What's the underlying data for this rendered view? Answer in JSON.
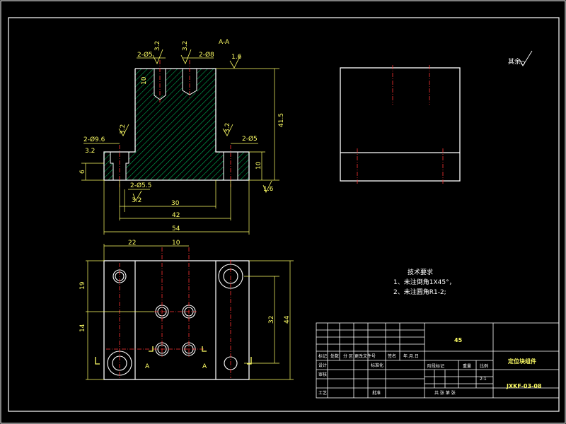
{
  "colors": {
    "background": "#000000",
    "outline": "#ffffff",
    "dimension": "#ffff66",
    "center": "#ff3333",
    "hatch": "#00cc66"
  },
  "front_view": {
    "dims": {
      "d_2_5": "2-Ø5",
      "d_2_8": "2-Ø8",
      "d_2_9_6": "2-Ø9.6",
      "d_2_5_5": "2-Ø5.5",
      "d_2_5_right": "2-Ø5",
      "h41": "41.5",
      "h10": "10",
      "h6": "6",
      "h10b": "10",
      "w30": "30",
      "w42": "42",
      "w54": "54",
      "r16_a": "1.6",
      "r16_b": "1.6",
      "r32_a": "3.2",
      "r32_b": "3.2",
      "r32_c": "3.2",
      "r32_d": "3.2",
      "r32_e": "3.2",
      "r32_f": "3.2",
      "mark_a": "A-A"
    }
  },
  "top_view": {
    "dims": {
      "w22": "22",
      "w10": "10",
      "h19": "19",
      "h14": "14",
      "h32": "32",
      "h44": "44"
    },
    "markers": {
      "a1": "A",
      "a2": "A"
    }
  },
  "roughness_note": "其余",
  "tech_requirements": {
    "title": "技术要求",
    "items": [
      "1、未注倒角1X45°，",
      "2、未注圆角R1-2;"
    ]
  },
  "title_block": {
    "material": "45",
    "part_name": "定位块组件",
    "drawing_no": "JXKF-03-08",
    "labels": {
      "mark": "标记",
      "count": "处数",
      "zone": "分 区",
      "change_no": "更改文件号",
      "sign": "签名",
      "date": "年.月.日",
      "design": "设计",
      "standardize": "标准化",
      "stage_mark": "阶段标记",
      "weight": "重量",
      "scale": "比例",
      "review": "审核",
      "process": "工艺",
      "approve": "批准",
      "sheets": "共 张 第 张",
      "scale_value": "2:1"
    }
  }
}
